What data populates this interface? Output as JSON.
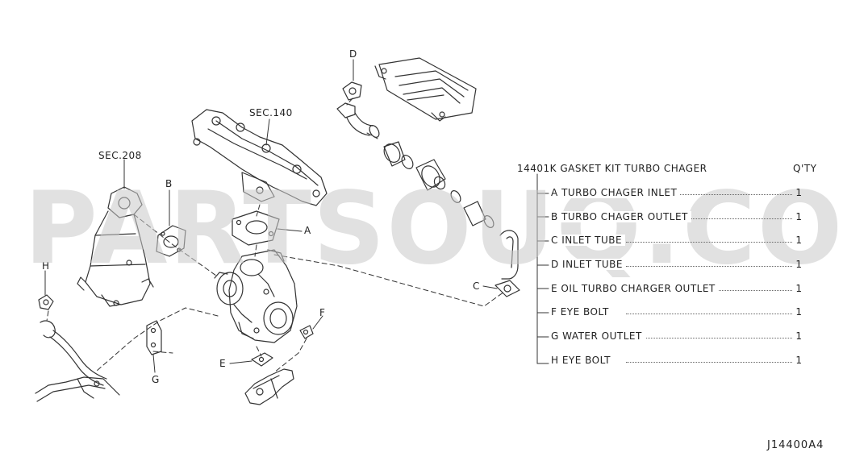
{
  "watermark": "PARTSOUQ.COM",
  "kit": {
    "title": "14401K GASKET KIT TURBO CHAGER",
    "qty_header": "Q'TY"
  },
  "parts": [
    {
      "name": "A TURBO CHAGER INLET",
      "qty": "1"
    },
    {
      "name": "B TURBO CHAGER OUTLET",
      "qty": "1"
    },
    {
      "name": "C INLET TUBE",
      "qty": "1"
    },
    {
      "name": "D INLET TUBE",
      "qty": "1"
    },
    {
      "name": "E OIL TURBO CHARGER OUTLET",
      "qty": "1"
    },
    {
      "name": "F EYE BOLT",
      "qty": "1"
    },
    {
      "name": "G WATER OUTLET",
      "qty": "1"
    },
    {
      "name": "H EYE BOLT",
      "qty": "1"
    }
  ],
  "callouts": {
    "sec140": "SEC.140",
    "sec208": "SEC.208",
    "a": "A",
    "b": "B",
    "c": "C",
    "d": "D",
    "e": "E",
    "f": "F",
    "g": "G",
    "h": "H"
  },
  "diagram_code": "J14400A4"
}
